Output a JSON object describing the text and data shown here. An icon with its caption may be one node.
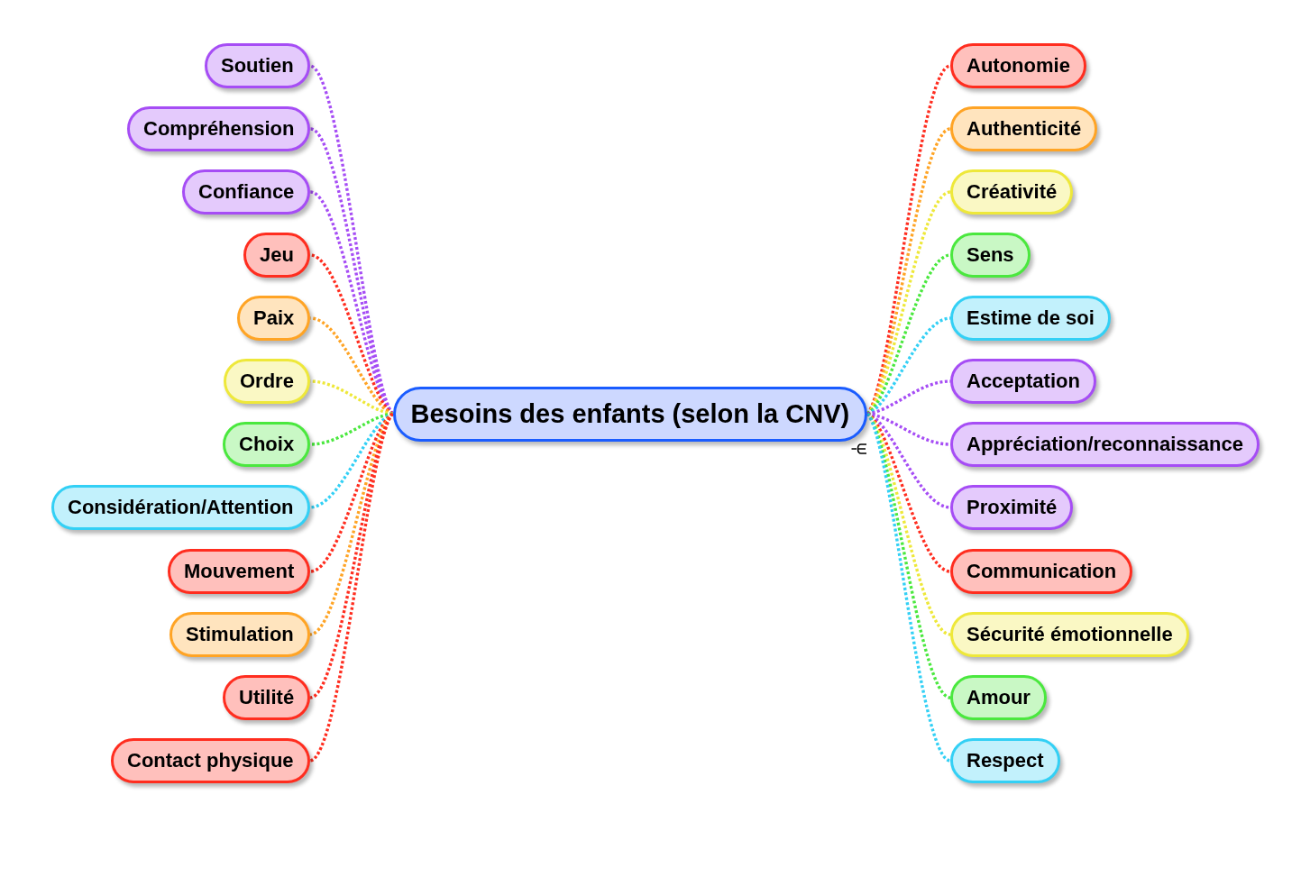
{
  "diagram": {
    "nodes": [
      {
        "text": [
          "Besoins des enfants (selon la CNV)"
        ]
      },
      {
        "text": [
          "Soutien"
        ]
      },
      {
        "text": [
          "Compréhension"
        ]
      },
      {
        "text": [
          "Confiance"
        ]
      },
      {
        "text": [
          "Jeu"
        ]
      },
      {
        "text": [
          "Paix"
        ]
      },
      {
        "text": [
          "Ordre"
        ]
      },
      {
        "text": [
          "Choix"
        ]
      },
      {
        "text": [
          "Considération/Attention"
        ]
      },
      {
        "text": [
          "Mouvement"
        ]
      },
      {
        "text": [
          "Stimulation"
        ]
      },
      {
        "text": [
          "Utilité"
        ]
      },
      {
        "text": [
          "Contact physique"
        ]
      },
      {
        "text": [
          "Autonomie"
        ]
      },
      {
        "text": [
          "Authenticité"
        ]
      },
      {
        "text": [
          "Créativité"
        ]
      },
      {
        "text": [
          "Sens"
        ]
      },
      {
        "text": [
          "Estime de soi"
        ]
      },
      {
        "text": [
          "Acceptation"
        ]
      },
      {
        "text": [
          "Appréciation/reconnaissance"
        ]
      },
      {
        "text": [
          "Proximité"
        ]
      },
      {
        "text": [
          "Communication"
        ]
      },
      {
        "text": [
          "Sécurité émotionnelle"
        ]
      },
      {
        "text": [
          "Amour"
        ]
      },
      {
        "text": [
          "Respect"
        ]
      }
    ],
    "edges": [
      {
        "from": 0,
        "to": 1,
        "arrow": "none",
        "color": "#a64df5"
      },
      {
        "from": 0,
        "to": 2,
        "arrow": "none",
        "color": "#a64df5"
      },
      {
        "from": 0,
        "to": 3,
        "arrow": "none",
        "color": "#a64df5"
      },
      {
        "from": 0,
        "to": 4,
        "arrow": "none",
        "color": "#ff2d1f"
      },
      {
        "from": 0,
        "to": 5,
        "arrow": "none",
        "color": "#ffa425"
      },
      {
        "from": 0,
        "to": 6,
        "arrow": "none",
        "color": "#eee83a"
      },
      {
        "from": 0,
        "to": 7,
        "arrow": "none",
        "color": "#4ae83e"
      },
      {
        "from": 0,
        "to": 8,
        "arrow": "none",
        "color": "#33d0f5"
      },
      {
        "from": 0,
        "to": 9,
        "arrow": "none",
        "color": "#ff2d1f"
      },
      {
        "from": 0,
        "to": 10,
        "arrow": "none",
        "color": "#ffa425"
      },
      {
        "from": 0,
        "to": 11,
        "arrow": "none",
        "color": "#ff2d1f"
      },
      {
        "from": 0,
        "to": 12,
        "arrow": "none",
        "color": "#ff2d1f"
      },
      {
        "from": 0,
        "to": 13,
        "arrow": "none",
        "color": "#ff2d1f"
      },
      {
        "from": 0,
        "to": 14,
        "arrow": "none",
        "color": "#ffa425"
      },
      {
        "from": 0,
        "to": 15,
        "arrow": "none",
        "color": "#eee83a"
      },
      {
        "from": 0,
        "to": 16,
        "arrow": "none",
        "color": "#4ae83e"
      },
      {
        "from": 0,
        "to": 17,
        "arrow": "none",
        "color": "#33d0f5"
      },
      {
        "from": 0,
        "to": 18,
        "arrow": "none",
        "color": "#a64df5"
      },
      {
        "from": 0,
        "to": 19,
        "arrow": "none",
        "color": "#a64df5"
      },
      {
        "from": 0,
        "to": 20,
        "arrow": "none",
        "color": "#a64df5"
      },
      {
        "from": 0,
        "to": 21,
        "arrow": "none",
        "color": "#ff2d1f"
      },
      {
        "from": 0,
        "to": 22,
        "arrow": "none",
        "color": "#eee83a"
      },
      {
        "from": 0,
        "to": 23,
        "arrow": "none",
        "color": "#4ae83e"
      },
      {
        "from": 0,
        "to": 24,
        "arrow": "none",
        "color": "#33d0f5"
      }
    ]
  }
}
